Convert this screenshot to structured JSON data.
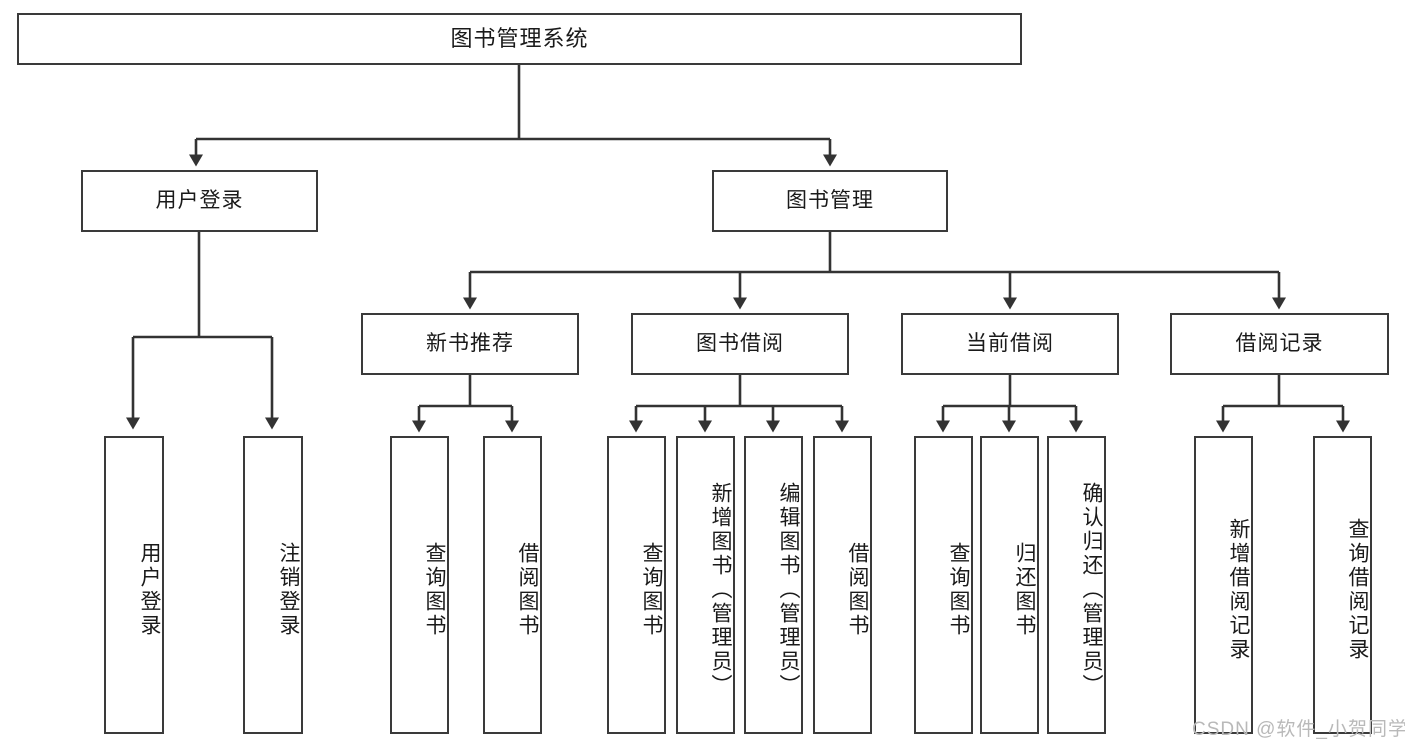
{
  "diagram": {
    "type": "tree-hierarchy",
    "title": "图书管理系统",
    "orientation": "top-down",
    "colors": {
      "box_border": "#3a3a3a",
      "box_fill": "#ffffff",
      "connector": "#333333",
      "text": "#1a1a1a",
      "watermark": "#b9b9b9"
    },
    "root": {
      "label": "图书管理系统"
    },
    "level2": [
      {
        "id": "user-login",
        "label": "用户登录"
      },
      {
        "id": "book-management",
        "label": "图书管理"
      }
    ],
    "level3": [
      {
        "id": "new-book-recommend",
        "label": "新书推荐"
      },
      {
        "id": "book-borrow",
        "label": "图书借阅"
      },
      {
        "id": "current-borrow",
        "label": "当前借阅"
      },
      {
        "id": "borrow-record",
        "label": "借阅记录"
      }
    ],
    "leaves": {
      "user-login": [
        {
          "id": "leaf-user-login",
          "label": "用户登录"
        },
        {
          "id": "leaf-logout-login",
          "label": "注销登录"
        }
      ],
      "new-book-recommend": [
        {
          "id": "leaf-query-book-1",
          "label": "查询图书"
        },
        {
          "id": "leaf-borrow-book-1",
          "label": "借阅图书"
        }
      ],
      "book-borrow": [
        {
          "id": "leaf-query-book-2",
          "label": "查询图书"
        },
        {
          "id": "leaf-add-book",
          "label": "新增图书（管理员）"
        },
        {
          "id": "leaf-edit-book",
          "label": "编辑图书（管理员）"
        },
        {
          "id": "leaf-borrow-book-2",
          "label": "借阅图书"
        }
      ],
      "current-borrow": [
        {
          "id": "leaf-query-book-3",
          "label": "查询图书"
        },
        {
          "id": "leaf-return-book",
          "label": "归还图书"
        },
        {
          "id": "leaf-confirm-return",
          "label": "确认归还（管理员）"
        }
      ],
      "borrow-record": [
        {
          "id": "leaf-add-record",
          "label": "新增借阅记录"
        },
        {
          "id": "leaf-query-record",
          "label": "查询借阅记录"
        }
      ]
    }
  },
  "watermark": {
    "text": "CSDN @软件_小贺同学"
  }
}
